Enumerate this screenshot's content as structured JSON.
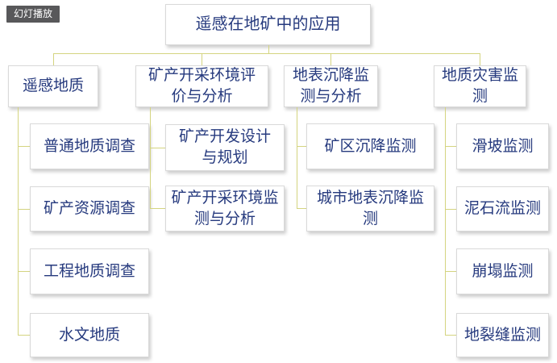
{
  "viewer": {
    "badge_label": "幻灯播放"
  },
  "colors": {
    "text": "#263a7e",
    "connector": "#d4d480",
    "badge_bg": "#58585a",
    "badge_text": "#ffffff",
    "box_border": "#d9d9d9",
    "box_bg": "#ffffff"
  },
  "tree": {
    "root": "遥感在地矿中的应用",
    "branches": [
      {
        "label": "遥感地质",
        "children": [
          "普通地质调查",
          "矿产资源调查",
          "工程地质调查",
          "水文地质"
        ]
      },
      {
        "label": "矿产开采环境评\n价与分析",
        "children": [
          "矿产开发设计\n与规划",
          "矿产开采环境监\n测与分析"
        ]
      },
      {
        "label": "地表沉降监\n测与分析",
        "children": [
          "矿区沉降监测",
          "城市地表沉降监\n测"
        ]
      },
      {
        "label": "地质灾害监\n测",
        "children": [
          "滑坡监测",
          "泥石流监测",
          "崩塌监测",
          "地裂缝监测"
        ]
      }
    ]
  }
}
